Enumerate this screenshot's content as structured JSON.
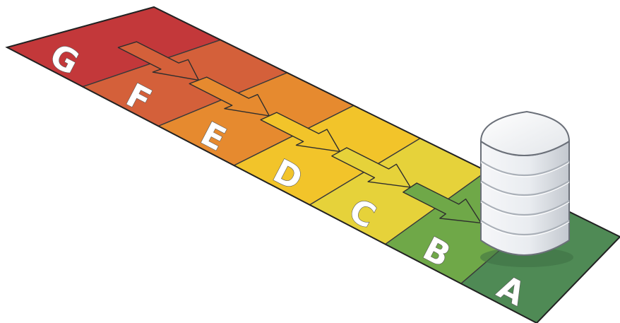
{
  "bands": [
    {
      "label": "G",
      "color": "#c3383a"
    },
    {
      "label": "F",
      "color": "#d4603a"
    },
    {
      "label": "E",
      "color": "#e68a2f"
    },
    {
      "label": "D",
      "color": "#f2c42a"
    },
    {
      "label": "C",
      "color": "#e6d23a"
    },
    {
      "label": "B",
      "color": "#6fa848"
    },
    {
      "label": "A",
      "color": "#4f8a55"
    }
  ],
  "building": {
    "floors": 5,
    "wall_color": "#eef0f3",
    "shadow_color": "#b9bec6"
  }
}
